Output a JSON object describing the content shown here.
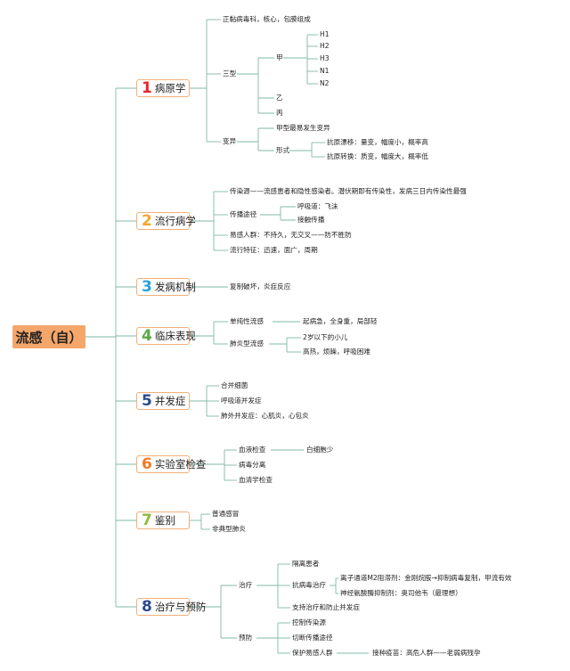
{
  "root": "流感（自）",
  "nodes": {
    "s1": {
      "num": "1",
      "label": "病原学",
      "color": "#e8262b"
    },
    "s2": {
      "num": "2",
      "label": "流行病学",
      "color": "#f4a52c"
    },
    "s3": {
      "num": "3",
      "label": "发病机制",
      "color": "#2aa1d9"
    },
    "s4": {
      "num": "4",
      "label": "临床表现",
      "color": "#5aaa46"
    },
    "s5": {
      "num": "5",
      "label": "并发症",
      "color": "#2c4a8c"
    },
    "s6": {
      "num": "6",
      "label": "实验室检查",
      "color": "#f07b22"
    },
    "s7": {
      "num": "7",
      "label": "鉴别",
      "color": "#8fbc3a"
    },
    "s8": {
      "num": "8",
      "label": "治疗与预防",
      "color": "#2c4a8c"
    }
  },
  "texts": {
    "a1": "正黏病毒科，核心，包膜组成",
    "a2": "三型",
    "a3": "甲",
    "h1": "H1",
    "h2": "H2",
    "h3": "H3",
    "n1": "N1",
    "n2": "N2",
    "a4": "乙",
    "a5": "丙",
    "a6": "变异",
    "a7": "甲型最易发生变异",
    "a8": "形式",
    "a9": "抗原漂移：量变，幅度小，概率高",
    "a10": "抗原转换：质变，幅度大，概率低",
    "b1": "传染源——流感患者和隐性感染者。潜伏期即有传染性，发病三日内传染性最强",
    "b2": "传播途径",
    "b3": "呼吸道：飞沫",
    "b4": "接触传播",
    "b5": "易感人群：不持久，无交叉——防不胜防",
    "b6": "流行特征：迅速，面广，周期",
    "c1": "复制破坏，炎症反应",
    "d1": "单纯性流感",
    "d2": "起病急，全身重，局部轻",
    "d3": "肺炎型流感",
    "d4": "2岁以下的小儿",
    "d5": "高热，烦躁，呼吸困难",
    "e1": "合并细菌",
    "e2": "呼吸道并发症",
    "e3": "肺外并发症：心肌炎，心包炎",
    "f1": "血液检查",
    "f2": "白细胞少",
    "f3": "病毒分离",
    "f4": "血清学检查",
    "g1": "普通感冒",
    "g2": "非典型肺炎",
    "k1": "治疗",
    "k2": "隔离患者",
    "k3": "抗病毒治疗",
    "k4": "离子通道M2阻滞剂：金刚烷胺→抑制病毒复制，甲流有效",
    "k5": "神经氨酸酶抑制剂：奥司他韦（最理想）",
    "k6": "支持治疗和防止并发症",
    "k7": "预防",
    "k8": "控制传染源",
    "k9": "切断传播途径",
    "k10": "保护易感人群",
    "k11": "接种疫苗：高危人群——老弱病残孕"
  }
}
